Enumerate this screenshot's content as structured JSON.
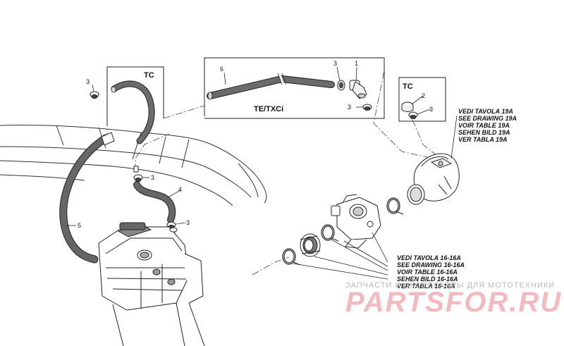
{
  "callouts": {
    "c1": "1",
    "c2": "2",
    "c3a": "3",
    "c3b": "3",
    "c3c": "3",
    "c3d": "3",
    "c3e": "3",
    "c3f": "3",
    "c4": "4",
    "c5": "5",
    "c6": "6"
  },
  "variants": {
    "tc_left": "TC",
    "te_txci": "TE/TXCi",
    "tc_right": "TC"
  },
  "references": {
    "table_19a": [
      "VEDI TAVOLA 19A",
      "SEE DRAWING 19A",
      "VOIR TABLE 19A",
      "SEHEN BILD 19A",
      "VER TABLA 19A"
    ],
    "table_16_16a": [
      "VEDI TAVOLA 16-16A",
      "SEE DRAWING 16-16A",
      "VOIR TABLE 16-16A",
      "SEHEN BILD 16-16A",
      "VER TABLA 16-16A"
    ]
  },
  "watermark": {
    "tagline": "ЗАПЧАСТИ И АКСЕССУАРЫ ДЛЯ МОТОТЕХНИКИ",
    "brand": "PARTSFOR.RU"
  },
  "colors": {
    "line": "#222222",
    "hose": "#5a5a5a",
    "watermark_red": "#e05a66"
  }
}
